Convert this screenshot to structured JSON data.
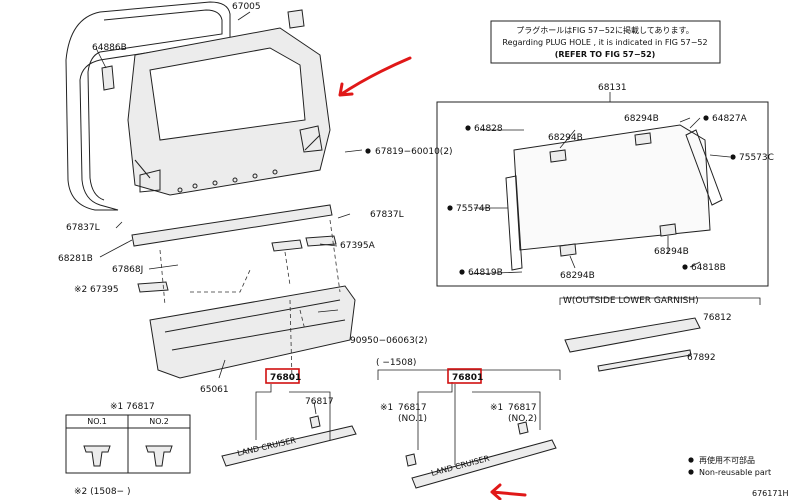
{
  "note_box": {
    "line1": "プラグホールはFIG 57−52に掲載してあります。",
    "line2": "Regarding  PLUG  HOLE , it is indicated in FIG  57−52",
    "line3": "(REFER TO FIG 57−52)"
  },
  "callouts": {
    "p67005": "67005",
    "p64886B": "64886B",
    "p67819": "67819−60010(2)",
    "p67837L_a": "67837L",
    "p67837L_b": "67837L",
    "p68281B": "68281B",
    "p67868J": "67868J",
    "p67395A": "67395A",
    "p67395": "67395",
    "note_mark": "※2",
    "p90950": "90950−06063(2)",
    "p65061": "65061",
    "p76801_a": "76801",
    "p76817_a": "76817",
    "p76801_b": "76801",
    "p76817_b": "76817",
    "p76817_c": "76817",
    "no1": "(NO.1)",
    "no2": "(NO.2)",
    "mark1": "※1",
    "mark1b": "※1",
    "range": "(      −1508)",
    "p68131": "68131",
    "p64828": "64828",
    "p68294B_1": "68294B",
    "p68294B_2": "68294B",
    "p64827A": "64827A",
    "p75573C": "75573C",
    "p75574B": "75574B",
    "p68294B_3": "68294B",
    "p64819B": "64819B",
    "p68294B_4": "68294B",
    "p64818B": "64818B",
    "garnish_title": "W(OUTSIDE LOWER GARNISH)",
    "p76812": "76812",
    "p67892": "67892",
    "emblem_text": "LAND CRUISER"
  },
  "table": {
    "title": "※1 76817",
    "col1": "NO.1",
    "col2": "NO.2"
  },
  "footer": {
    "note": "※2 (1508−       )",
    "reuse_jp": "再使用不可部品",
    "reuse_en": "Non-reusable part",
    "fig_id": "676171H"
  }
}
